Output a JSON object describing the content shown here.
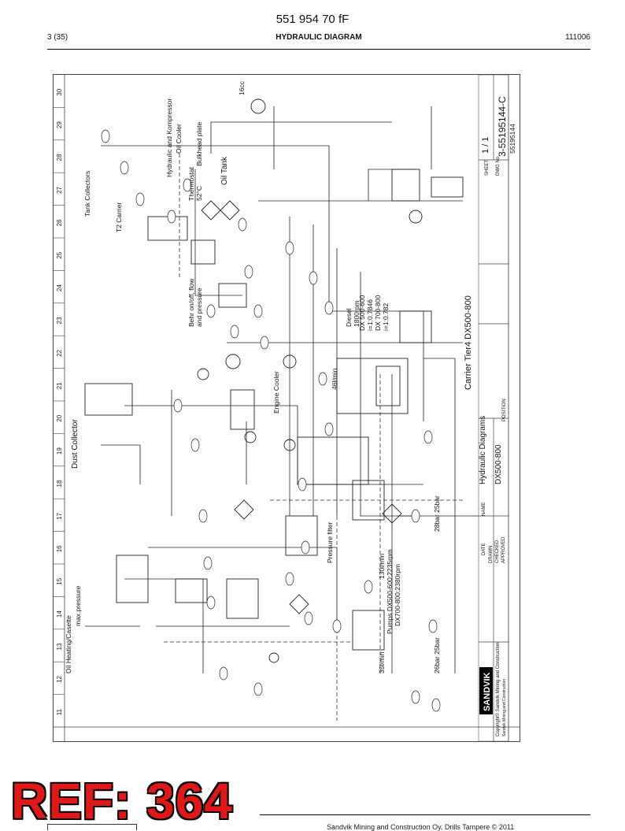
{
  "header": {
    "doc_number": "551 954 70 fF",
    "page": "3 (35)",
    "title": "HYDRAULIC DIAGRAM",
    "code": "111006"
  },
  "grid_numbers": [
    "30",
    "29",
    "28",
    "27",
    "26",
    "25",
    "24",
    "23",
    "22",
    "21",
    "20",
    "19",
    "18",
    "17",
    "16",
    "15",
    "14",
    "13",
    "12",
    "11"
  ],
  "diagram_labels": {
    "oil_heating": "Oil Heating/Casette",
    "max_pressure": "max.pressure",
    "dust_collector": "Dust Collector",
    "tank_collectors": "Tank Collectors",
    "t2_carrier": "T2 Carrier",
    "thermostat": "Thermostat",
    "thermostat_temp": "52°C",
    "hyd_compressor_cooler": "Hydraulic and Kompressor",
    "oil_cooler": "Oil Cooler",
    "bulkhead_plate": "Bulkhead plate",
    "oil_tank": "Oil Tank",
    "engine_cooler": "Engine Cooler",
    "pressure_filter": "Pressure filter",
    "flow_130": "130l/min",
    "flow_35": "35l/min",
    "flow_46": "46l/min",
    "pumps": "Pumps DX500-600:2235rpm",
    "pumps2": "DX700-800:2380rpm",
    "bar_26": "26bar 25bar",
    "bar_28": "28bar 25bar",
    "diesel": "Diesel",
    "diesel_rpm": "1800rpm",
    "ratio_a": "DX 500-600",
    "ratio_a2": "i=1:0.7846",
    "ratio_b": "DX 700-800",
    "ratio_b2": "i=1:0.782",
    "onoff": "Behr on/off, flow",
    "onoff2": "and pressure",
    "mpm_16cc": "16cc",
    "carrier_tier4": "Carrier Tier4 DX500-800",
    "hyd_diagrams": "Hydraulic Diagrams",
    "dx_range": "DX500-800",
    "drawing_no": "3-55195144-C",
    "sheet": "1 / 1",
    "sheet_label": "SHEET",
    "dwg_no_label": "DWG No",
    "ic_code": "55195144",
    "date_label": "DATE",
    "name_label": "NAME",
    "drawn": "DRAWN",
    "checked": "CHECKED",
    "approved": "APPROVED",
    "position": "POSITION",
    "sandvik": "SANDVIK",
    "sandvik_sub": "Sandvik Mining and Construction",
    "copyright": "Copyright© Sandvik Mining and Construction"
  },
  "watermark": "REF: 364",
  "footer": {
    "text": "Sandvik Mining and Construction Oy, Drills Tampere © 2011"
  }
}
